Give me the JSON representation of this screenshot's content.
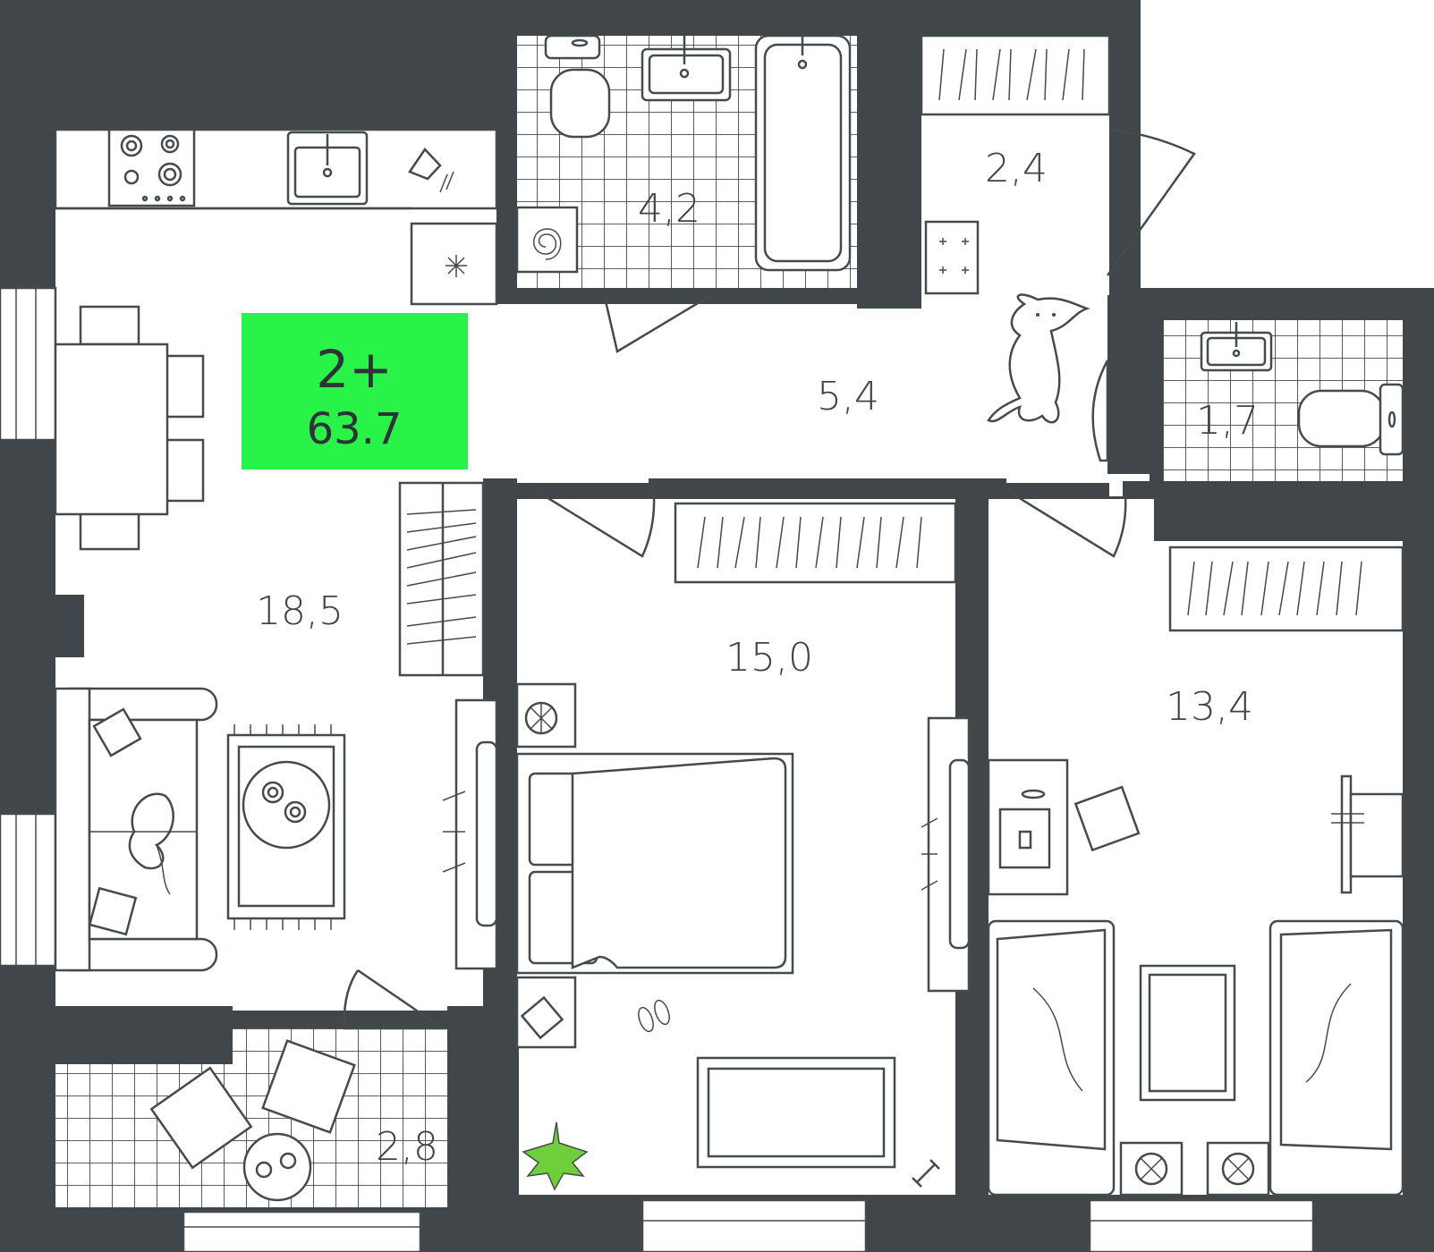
{
  "badge": {
    "rooms": "2+",
    "area": "63.7",
    "color": "#29f249"
  },
  "rooms": {
    "kitchen_living": "18,5",
    "bathroom": "4,2",
    "storage": "2,4",
    "hallway": "5,4",
    "wc": "1,7",
    "bedroom": "15,0",
    "kids_room": "13,4",
    "balcony": "2,8"
  },
  "colors": {
    "wall": "#41464a",
    "line": "#454a4d",
    "plant": "#6fcf3a"
  }
}
